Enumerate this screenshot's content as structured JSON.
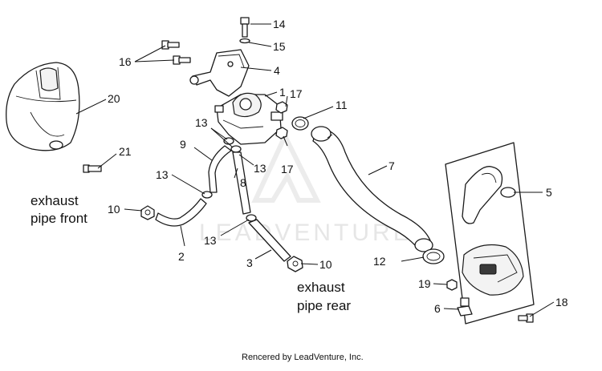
{
  "diagram": {
    "callouts": {
      "c1": "1",
      "c2": "2",
      "c3": "3",
      "c4": "4",
      "c5": "5",
      "c6": "6",
      "c7": "7",
      "c8": "8",
      "c9": "9",
      "c10a": "10",
      "c10b": "10",
      "c11": "11",
      "c12": "12",
      "c13a": "13",
      "c13b": "13",
      "c13c": "13",
      "c13d": "13",
      "c14": "14",
      "c15": "15",
      "c16": "16",
      "c17a": "17",
      "c17b": "17",
      "c18": "18",
      "c19": "19",
      "c20": "20",
      "c21": "21"
    },
    "labels": {
      "front_line1": "exhaust",
      "front_line2": "pipe front",
      "rear_line1": "exhaust",
      "rear_line2": "pipe rear"
    },
    "watermark": "LEADVENTURE",
    "credit": "Rencered by LeadVenture, Inc."
  }
}
